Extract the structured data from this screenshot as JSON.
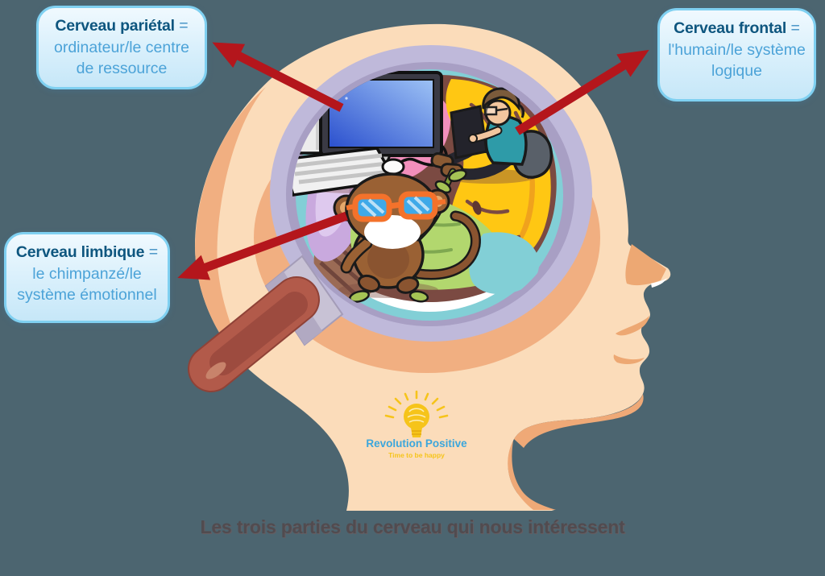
{
  "caption": "Les trois parties du cerveau qui nous intéressent",
  "callouts": [
    {
      "id": "parietal",
      "title": "Cerveau pariétal",
      "suffix": "=",
      "body": "ordinateur/le centre de ressource"
    },
    {
      "id": "frontal",
      "title": "Cerveau frontal",
      "suffix": "=",
      "body": "l'humain/le système logique"
    },
    {
      "id": "limbic",
      "title": "Cerveau limbique",
      "suffix": "=",
      "body": "le chimpanzé/le système émotionnel"
    }
  ],
  "logo": {
    "name": "Revolution Positive",
    "tagline": "Time to be happy"
  },
  "icons": [
    "magnifier-icon",
    "brain-icon",
    "computer-icon",
    "human-with-laptop-icon",
    "monkey-icon",
    "lightbulb-brain-icon",
    "arrow-icon"
  ],
  "colors": {
    "background": "#4C6570",
    "arrow_red": "#B4161C",
    "callout_border": "#7FD0F1",
    "callout_title_blue": "#0E567F",
    "callout_body_blue": "#4CA3D8",
    "caption_gray": "#514B4F",
    "skin": "#FBDCBA",
    "skin_shadow": "#F1AF81",
    "magnifier_rim": "#BFB9DA",
    "handle_brown": "#B25A4A",
    "brain_pink": "#F28FBC",
    "brain_yellow": "#FFC713",
    "brain_green": "#B2D76E",
    "brain_teal": "#82CFD6",
    "brain_purple": "#C9A9DE",
    "brain_outline": "#7B4A42",
    "logo_yellow": "#F6C41A",
    "logo_blue": "#3BA6DC"
  }
}
